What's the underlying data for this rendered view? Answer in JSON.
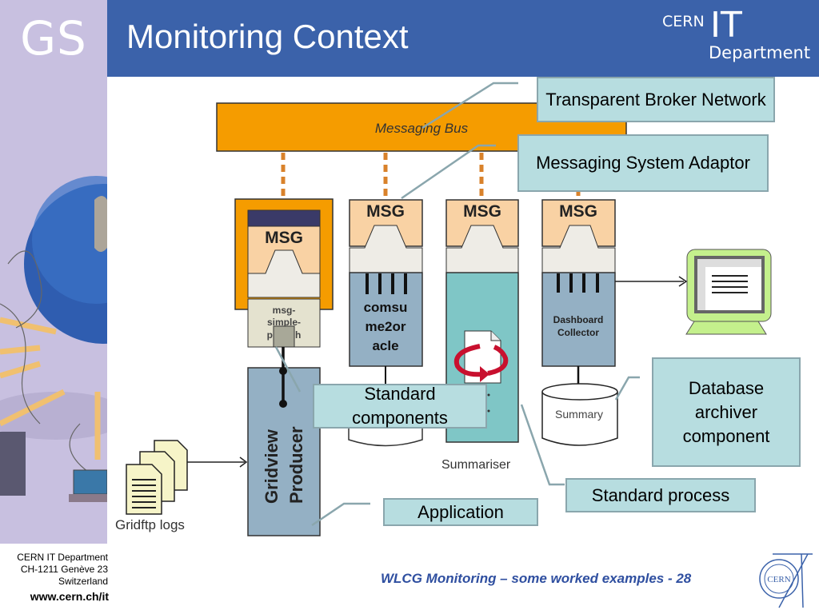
{
  "header": {
    "logo": "GS",
    "title": "Monitoring Context",
    "brand": {
      "cern": "CERN",
      "it": "IT",
      "department": "Department"
    }
  },
  "diagram": {
    "bus": {
      "label": "Messaging Bus"
    },
    "components": [
      {
        "id": "msg-simple-publish",
        "msg_label": "MSG",
        "body_label_lines": [
          "msg-",
          "simple-",
          "publish"
        ]
      },
      {
        "id": "consume2oracle",
        "msg_label": "MSG",
        "body_label_lines": [
          "comsu",
          "me2or",
          "acle"
        ]
      },
      {
        "id": "summariser",
        "msg_label": "MSG",
        "caption": "Summariser"
      },
      {
        "id": "dashboard-collector",
        "msg_label": "MSG",
        "body_label_lines": [
          "Dashboard",
          "Collector"
        ]
      }
    ],
    "producer": {
      "label_lines": [
        "Gridview",
        "Producer"
      ]
    },
    "logs": {
      "label": "Gridftp logs"
    },
    "database": {
      "label": "Summary"
    },
    "callouts": {
      "broker": "Transparent Broker Network",
      "adaptor": "Messaging System Adaptor",
      "standard_components": "Standard components",
      "database_archiver": "Database archiver component",
      "standard_process": "Standard process",
      "application": "Application"
    },
    "colors": {
      "orange": "#f59c00",
      "msg_peach": "#f9d2a4",
      "component_blue": "#94b0c4",
      "summariser_teal": "#7fc6c6",
      "callout_fill": "#b7dde0",
      "monitor_green": "#c4f08c"
    }
  },
  "footer": {
    "address_lines": [
      "CERN IT Department",
      "CH-1211 Genève 23",
      "Switzerland"
    ],
    "url": "www.cern.ch/it",
    "slide_title": "WLCG Monitoring – some worked examples - 28",
    "logo_text": "CERN"
  }
}
